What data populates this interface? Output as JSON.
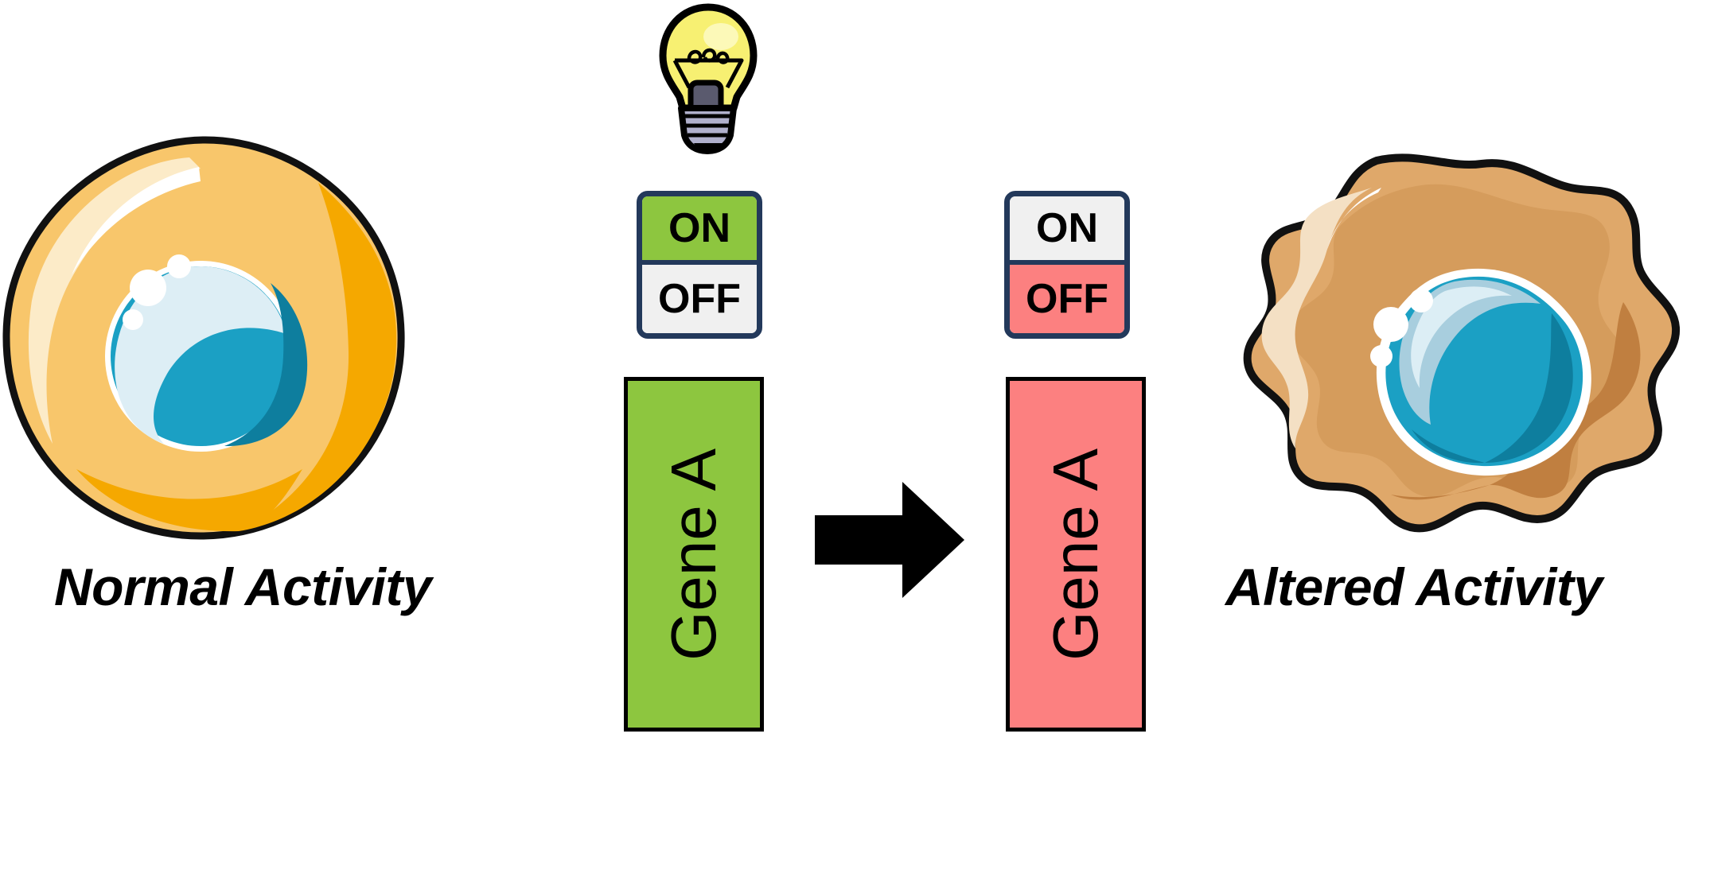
{
  "diagram": {
    "type": "gene-expression-state-comparison",
    "indicator_icon": "lightbulb-icon",
    "transition_icon": "right-arrow-icon"
  },
  "left_panel": {
    "caption": "Normal Activity",
    "cell": {
      "name": "normal-cell",
      "shape": "round-smooth",
      "cytoplasm_color": "#F8C66B",
      "cytoplasm_shadow_color": "#F5A800",
      "cytoplasm_highlight_color": "#FCEBC8",
      "outline_color": "#111111",
      "nucleus_color": "#1BA0C4",
      "nucleus_shadow_color": "#0E7E9E",
      "nucleus_highlight_color": "#DDEEF5",
      "pore_color": "#FFFFFF"
    },
    "toggle": {
      "name": "gene-a-state-toggle-normal",
      "on_label": "ON",
      "off_label": "OFF",
      "selected": "ON",
      "active_color": "#8DC63F",
      "inactive_color": "#F0F0F0",
      "border_color": "#23395B"
    },
    "gene_bar": {
      "label": "Gene A",
      "color": "#8DC63F",
      "border_color": "#000000",
      "state": "expressed"
    }
  },
  "right_panel": {
    "caption": "Altered Activity",
    "cell": {
      "name": "altered-cell",
      "shape": "irregular-lobed",
      "cytoplasm_color": "#DFA86A",
      "cytoplasm_shadow_color": "#C07F40",
      "cytoplasm_highlight_color": "#F4E0C4",
      "outline_color": "#111111",
      "nucleus_color": "#1BA0C4",
      "nucleus_shadow_color": "#0E7E9E",
      "nucleus_highlight_color": "#A8CEDE",
      "pore_color": "#FFFFFF"
    },
    "toggle": {
      "name": "gene-a-state-toggle-altered",
      "on_label": "ON",
      "off_label": "OFF",
      "selected": "OFF",
      "active_color": "#FC8080",
      "inactive_color": "#F0F0F0",
      "border_color": "#23395B"
    },
    "gene_bar": {
      "label": "Gene A",
      "color": "#FC8080",
      "border_color": "#000000",
      "state": "silenced"
    }
  },
  "lightbulb": {
    "glass_color": "#F7F072",
    "glass_highlight_color": "#FCF9B8",
    "stem_color": "#5A5A6E",
    "base_color": "#B0B0CC",
    "outline_color": "#000000"
  },
  "arrow": {
    "color": "#000000",
    "direction": "right"
  }
}
